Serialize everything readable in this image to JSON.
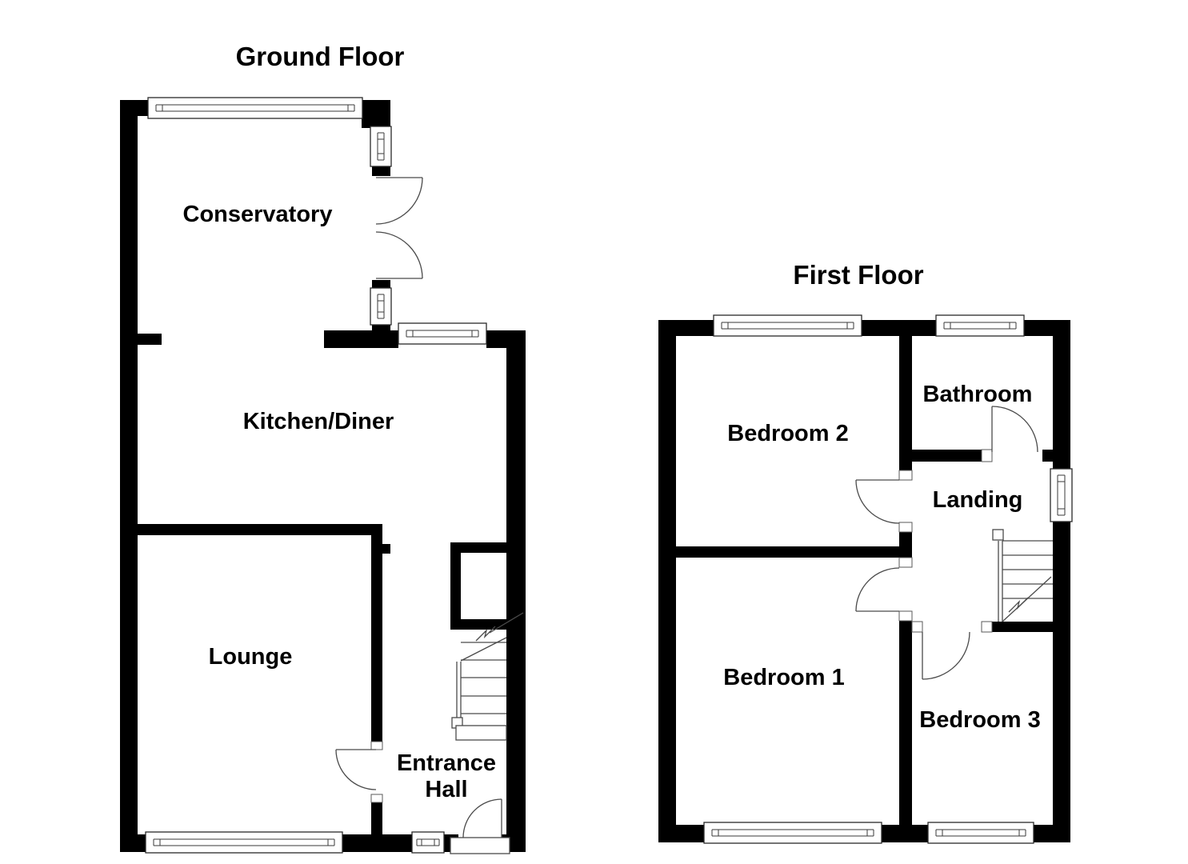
{
  "document": {
    "type": "residential-floor-plan",
    "background": "#ffffff",
    "wall_color": "#000000",
    "line_color": "#4a4a4a",
    "text_color": "#000000"
  },
  "floors": [
    {
      "title": "Ground Floor",
      "rooms": [
        {
          "label": "Conservatory"
        },
        {
          "label": "Kitchen/Diner"
        },
        {
          "label": "Lounge"
        },
        {
          "label": "Entrance Hall",
          "label_lines": [
            "Entrance",
            "Hall"
          ]
        }
      ],
      "features": [
        "conservatory-top-window",
        "conservatory-side-window-upper",
        "conservatory-french-doors",
        "conservatory-side-window-lower",
        "kitchen-window",
        "lounge-window",
        "hall-window",
        "lounge-door",
        "front-door",
        "front-doorstep",
        "under-stairs-cupboard",
        "staircase"
      ]
    },
    {
      "title": "First Floor",
      "rooms": [
        {
          "label": "Bedroom 2"
        },
        {
          "label": "Bathroom"
        },
        {
          "label": "Landing"
        },
        {
          "label": "Bedroom 1"
        },
        {
          "label": "Bedroom 3"
        }
      ],
      "features": [
        "bedroom2-window",
        "bathroom-window",
        "landing-window",
        "bedroom1-window",
        "bedroom3-window",
        "bedroom2-door",
        "bedroom1-door",
        "bathroom-door",
        "bedroom3-door",
        "staircase"
      ]
    }
  ]
}
